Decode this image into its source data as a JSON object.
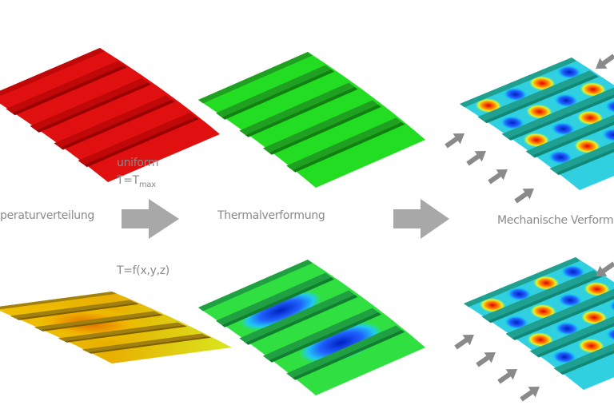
{
  "labels": {
    "temperature_distribution": "peraturverteilung",
    "thermal_deformation": "Thermalverformung",
    "mechanical_deformation": "Mechanische Verformu",
    "uniform": "uniform",
    "tmax_prefix": "T=T",
    "tmax_sub": "max",
    "function": "T=f(x,y,z)"
  },
  "colors": {
    "hot": "#e01010",
    "uniform_deformation": "#22dd22",
    "arrow": "#a8a8a8",
    "small_arrow": "#8a8a8a",
    "text": "#8a8a8a"
  }
}
